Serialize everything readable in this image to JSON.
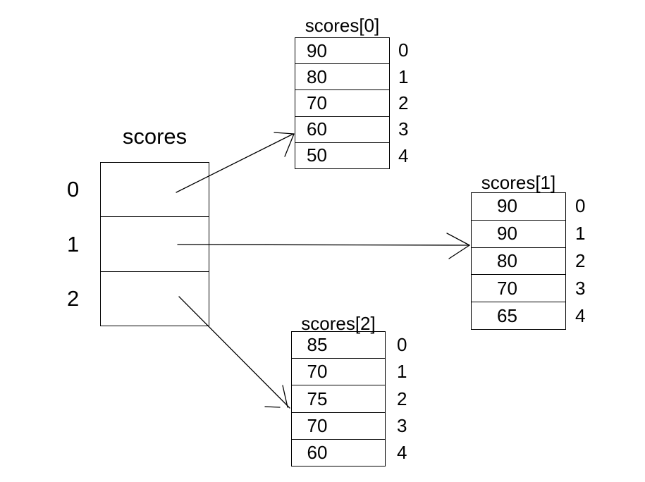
{
  "colors": {
    "background": "#ffffff",
    "line": "#000000",
    "text": "#000000"
  },
  "main_array": {
    "title": "scores",
    "indices": [
      "0",
      "1",
      "2"
    ]
  },
  "arrays": [
    {
      "title": "scores[0]",
      "values": [
        "90",
        "80",
        "70",
        "60",
        "50"
      ],
      "indices": [
        "0",
        "1",
        "2",
        "3",
        "4"
      ]
    },
    {
      "title": "scores[1]",
      "values": [
        "90",
        "90",
        "80",
        "70",
        "65"
      ],
      "indices": [
        "0",
        "1",
        "2",
        "3",
        "4"
      ]
    },
    {
      "title": "scores[2]",
      "values": [
        "85",
        "70",
        "75",
        "70",
        "60"
      ],
      "indices": [
        "0",
        "1",
        "2",
        "3",
        "4"
      ]
    }
  ],
  "arrows": [
    {
      "from": "scores index 0",
      "to": "scores[0]"
    },
    {
      "from": "scores index 1",
      "to": "scores[1]"
    },
    {
      "from": "scores index 2",
      "to": "scores[2]"
    }
  ]
}
